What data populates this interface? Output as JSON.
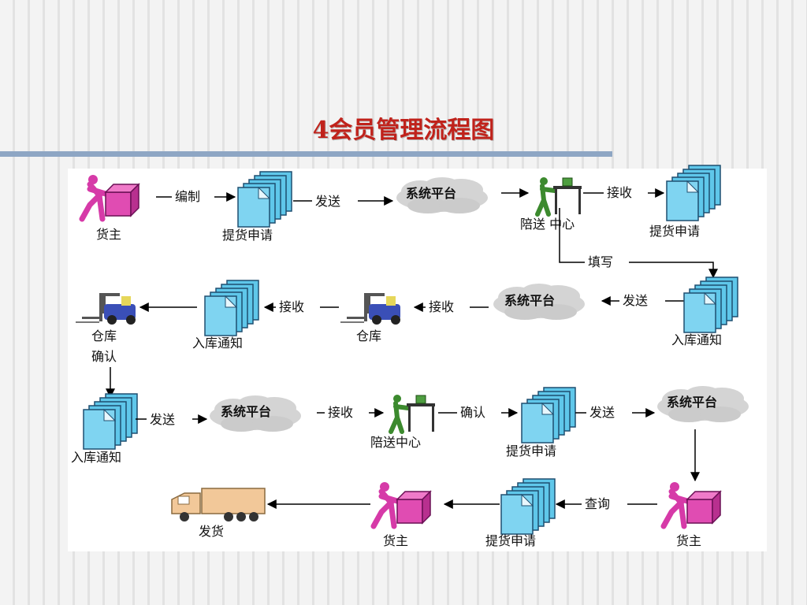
{
  "title": "4会员管理流程图",
  "labels": {
    "huozhu": "货主",
    "tihuo_shenqing": "提货申请",
    "xitong_pingtai": "系统平台",
    "peisong_zhongxin": "陪送中心",
    "peisong_zhongxin_2": "陪送 中心",
    "ruku_tongzhi": "入库通知",
    "cangku": "仓库",
    "cangku_line1": "仓库",
    "cangku_line2": "确认",
    "fahuo": "发货"
  },
  "arrows": {
    "bianzhi": "编制",
    "fasong": "发送",
    "jieshou": "接收",
    "tianxie": "填写",
    "queren": "确认",
    "chaxun": "查询"
  },
  "colors": {
    "title": "#c0221b",
    "person": "#d63aa8",
    "doc": "#5fc7ea",
    "cloud": "#d4d4d4",
    "forklift": "#3a4fb7",
    "worker": "#3c8a2e"
  }
}
